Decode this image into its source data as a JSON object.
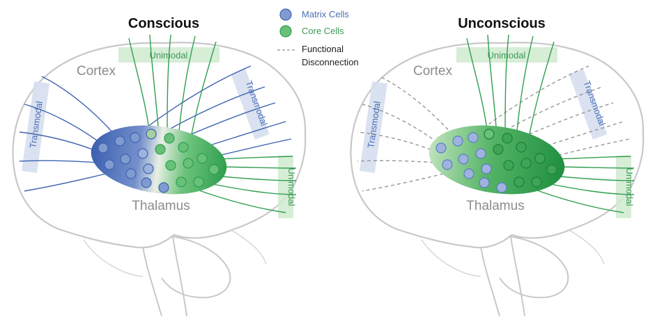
{
  "titles": {
    "left": "Conscious",
    "right": "Unconscious"
  },
  "legend": {
    "matrix": "Matrix Cells",
    "core": "Core Cells",
    "disconnection_line1": "Functional",
    "disconnection_line2": "Disconnection"
  },
  "labels": {
    "cortex": "Cortex",
    "thalamus": "Thalamus",
    "unimodal": "Unimodal",
    "transmodal": "Transmodal"
  },
  "colors": {
    "matrix": "#3e63b0",
    "core": "#2f9e4f",
    "matrix_text": "#4a6fb5",
    "core_text": "#3a9a55",
    "disconnection": "#8f8f8f",
    "brain_outline": "#c8c8c8",
    "unimodal_box": "#cfeacf",
    "transmodal_box": "#d6deee"
  }
}
